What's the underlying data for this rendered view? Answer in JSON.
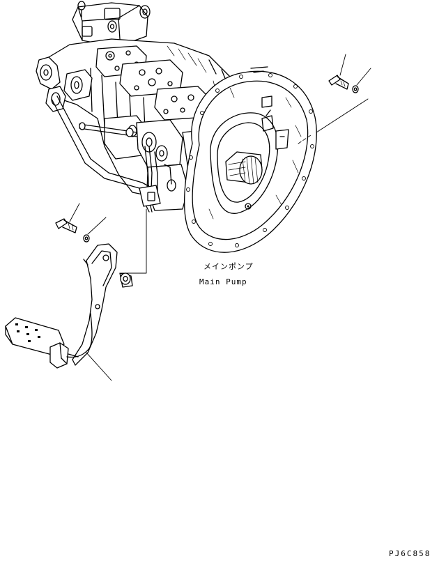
{
  "labels": {
    "part_name_ja": "メインポンプ",
    "part_name_en": "Main Pump",
    "drawing_code": "PJ6C858"
  }
}
